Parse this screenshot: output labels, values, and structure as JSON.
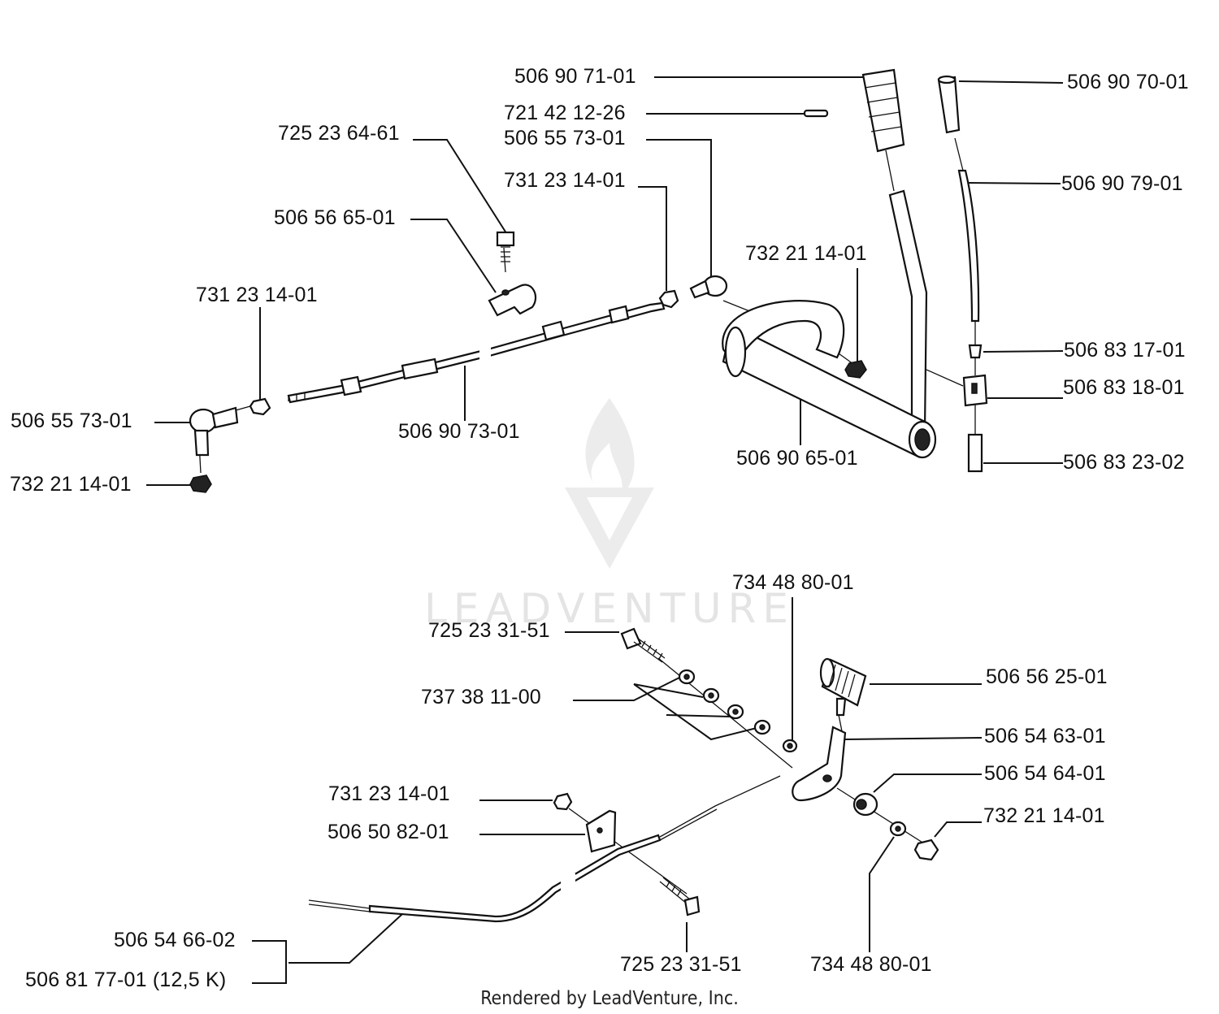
{
  "labels": {
    "p_506907101": "506 90 71-01",
    "p_721421226": "721 42 12-26",
    "p_506557301_top": "506 55 73-01",
    "p_725236461": "725 23 64-61",
    "p_731231401_top": "731 23 14-01",
    "p_506566501": "506 56 65-01",
    "p_732211401_mid": "732 21 14-01",
    "p_731231401_left": "731 23 14-01",
    "p_506557301_left": "506 55 73-01",
    "p_506907301": "506 90 73-01",
    "p_732211401_left": "732 21 14-01",
    "p_506906501": "506 90 65-01",
    "p_506907001": "506 90 70-01",
    "p_506907901": "506 90 79-01",
    "p_506831701": "506 83 17-01",
    "p_506831801": "506 83 18-01",
    "p_506832302": "506 83 23-02",
    "p_734488001_top": "734 48 80-01",
    "p_725233151_top": "725 23 31-51",
    "p_737381100": "737 38 11-00",
    "p_506562501": "506 56 25-01",
    "p_506546301": "506 54 63-01",
    "p_506546401": "506 54 64-01",
    "p_731231401_bot": "731 23 14-01",
    "p_732211401_bot": "732 21 14-01",
    "p_506508201": "506 50 82-01",
    "p_506546602": "506 54 66-02",
    "p_506817701": "506 81 77-01 (12,5 K)",
    "p_725233151_bot": "725 23 31-51",
    "p_734488001_bot": "734 48 80-01"
  },
  "watermark": "LEADVENTURE",
  "footer": "Rendered by LeadVenture, Inc."
}
